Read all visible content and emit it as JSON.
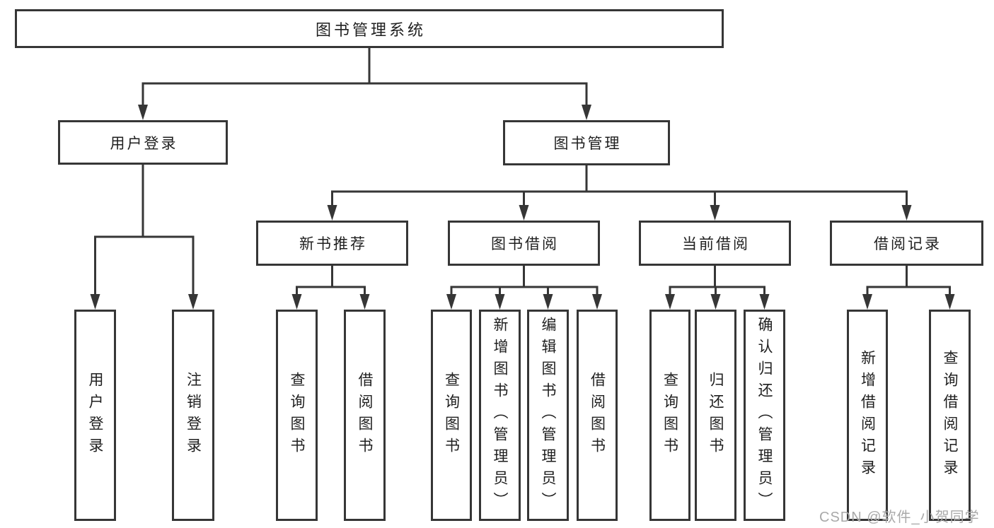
{
  "diagram": {
    "type": "hierarchy-flowchart",
    "tree": {
      "root": {
        "label": "图书管理系统"
      },
      "branches": [
        {
          "label": "用户登录",
          "leaves": [
            {
              "label": "用户登录"
            },
            {
              "label": "注销登录"
            }
          ]
        },
        {
          "label": "图书管理",
          "groups": [
            {
              "label": "新书推荐",
              "leaves": [
                {
                  "label": "查询图书"
                },
                {
                  "label": "借阅图书"
                }
              ]
            },
            {
              "label": "图书借阅",
              "leaves": [
                {
                  "label": "查询图书"
                },
                {
                  "label": "新增图书（管理员）"
                },
                {
                  "label": "编辑图书（管理员）"
                },
                {
                  "label": "借阅图书"
                }
              ]
            },
            {
              "label": "当前借阅",
              "leaves": [
                {
                  "label": "查询图书"
                },
                {
                  "label": "归还图书"
                },
                {
                  "label": "确认归还（管理员）"
                }
              ]
            },
            {
              "label": "借阅记录",
              "leaves": [
                {
                  "label": "新增借阅记录"
                },
                {
                  "label": "查询借阅记录"
                }
              ]
            }
          ]
        }
      ]
    },
    "colors": {
      "line": "#363636",
      "box_fill": "#ffffff",
      "text": "#1f1f1f",
      "watermark": "#a9a9a9",
      "background": "#ffffff"
    }
  },
  "watermark": {
    "text": "CSDN @软件_小贺同学"
  }
}
